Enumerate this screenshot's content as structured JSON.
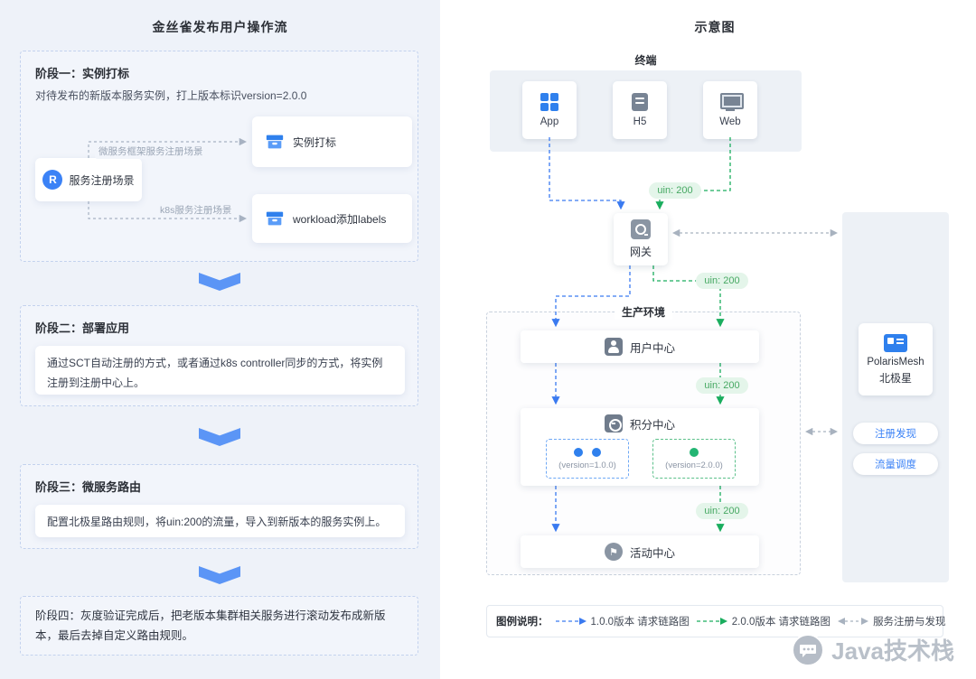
{
  "colors": {
    "accent_blue": "#2f80ed",
    "flow_blue": "#3a7af0",
    "flow_green": "#1aad5e",
    "flow_gray": "#a8b2bf",
    "badge_bg": "#e4f5ea",
    "badge_text": "#46a862",
    "left_panel_bg": "#eef2f9",
    "group_panel_bg": "#edf1f6"
  },
  "icons": {
    "registry": "r-circle-icon",
    "instance_tag": "archive-box-icon",
    "app": "grid-icon",
    "h5": "mobile-icon",
    "web": "monitor-icon",
    "gateway": "gateway-icon",
    "user_center": "person-icon",
    "points_center": "coin-icon",
    "activity_center": "flag-circle-icon",
    "polaris": "id-card-icon",
    "watermark": "chat-bubble-logo"
  },
  "left_panel": {
    "title": "金丝雀发布用户操作流",
    "stage1": {
      "title": "阶段一：实例打标",
      "desc": "对待发布的新版本服务实例，打上版本标识version=2.0.0",
      "source": {
        "icon": "R",
        "label": "服务注册场景"
      },
      "edges": [
        {
          "label": "微服务框架服务注册场景",
          "target": "实例打标"
        },
        {
          "label": "k8s服务注册场景",
          "target": "workload添加labels"
        }
      ]
    },
    "stage2": {
      "title": "阶段二：部署应用",
      "desc": "通过SCT自动注册的方式，或者通过k8s controller同步的方式，将实例注册到注册中心上。"
    },
    "stage3": {
      "title": "阶段三：微服务路由",
      "desc": "配置北极星路由规则，将uin:200的流量，导入到新版本的服务实例上。"
    },
    "stage4": {
      "text": "阶段四：灰度验证完成后，把老版本集群相关服务进行滚动发布成新版本，最后去掉自定义路由规则。"
    }
  },
  "right_panel": {
    "title": "示意图",
    "terminal_group": {
      "label": "终端",
      "nodes": [
        "App",
        "H5",
        "Web"
      ]
    },
    "gateway": {
      "label": "网关"
    },
    "uin_badge": "uin: 200",
    "production": {
      "label": "生产环境",
      "user_center": "用户中心",
      "points_center": "积分中心",
      "version_v1": "(version=1.0.0)",
      "version_v2": "(version=2.0.0)",
      "activity_center": "活动中心"
    },
    "polaris": {
      "line1": "PolarisMesh",
      "line2": "北极星",
      "buttons": [
        "注册发现",
        "流量调度"
      ]
    },
    "legend": {
      "label": "图例说明：",
      "items": [
        "1.0.0版本 请求链路图",
        "2.0.0版本 请求链路图",
        "服务注册与发现"
      ]
    },
    "watermark": "Java技术栈"
  }
}
